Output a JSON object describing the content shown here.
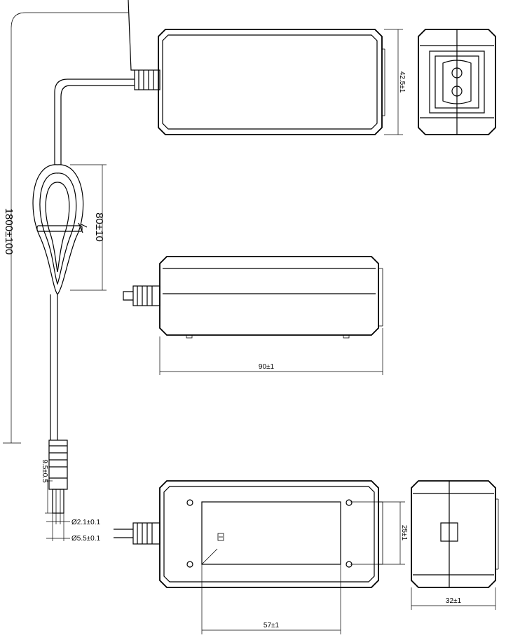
{
  "dimensions": {
    "cable_length": "1800±100",
    "coil_length": "80±10",
    "height": "42.5±1",
    "length": "90±1",
    "plug_length": "9.5±0.5",
    "inner_diameter": "Ø2.1±0.1",
    "outer_diameter": "Ø5.5±0.1",
    "bottom_height": "25±1",
    "label_width": "57±1",
    "depth": "32±1"
  }
}
